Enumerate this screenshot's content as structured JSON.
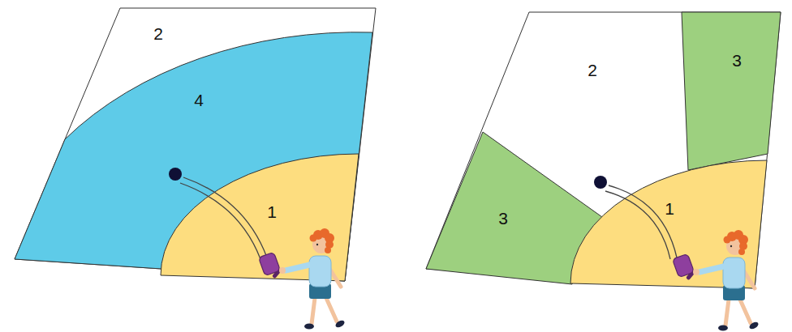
{
  "diagram": {
    "nodes": [
      {
        "text": [
          "2"
        ]
      },
      {
        "text": [
          "4"
        ]
      },
      {
        "text": [
          "1"
        ]
      },
      {
        "text": [
          "2"
        ]
      },
      {
        "text": [
          "3"
        ]
      },
      {
        "text": [
          "3"
        ]
      },
      {
        "text": [
          "1"
        ]
      }
    ]
  }
}
